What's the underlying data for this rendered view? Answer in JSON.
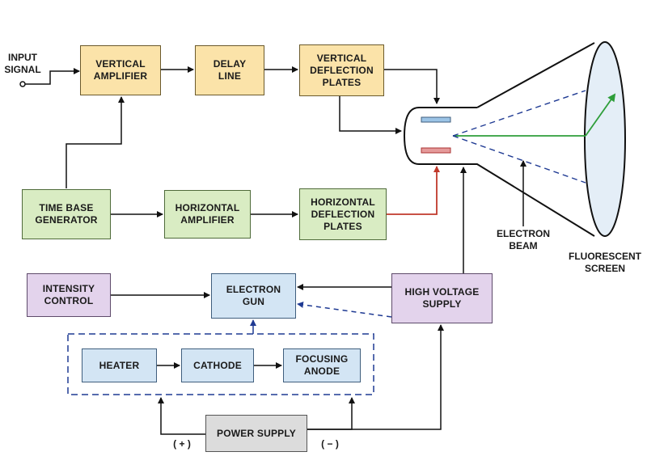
{
  "labels": {
    "input_signal": [
      "INPUT",
      "SIGNAL"
    ],
    "vertical_amplifier": [
      "VERTICAL",
      "AMPLIFIER"
    ],
    "delay_line": [
      "DELAY",
      "LINE"
    ],
    "vertical_deflection_plates": [
      "VERTICAL",
      "DEFLECTION",
      "PLATES"
    ],
    "time_base_generator": [
      "TIME BASE",
      "GENERATOR"
    ],
    "horizontal_amplifier": [
      "HORIZONTAL",
      "AMPLIFIER"
    ],
    "horizontal_deflection_plates": [
      "HORIZONTAL",
      "DEFLECTION",
      "PLATES"
    ],
    "electron_beam": [
      "ELECTRON",
      "BEAM"
    ],
    "fluorescent_screen": [
      "FLUORESCENT",
      "SCREEN"
    ],
    "intensity_control": [
      "INTENSITY",
      "CONTROL"
    ],
    "electron_gun": [
      "ELECTRON",
      "GUN"
    ],
    "high_voltage_supply": [
      "HIGH VOLTAGE",
      "SUPPLY"
    ],
    "heater": [
      "HEATER"
    ],
    "cathode": [
      "CATHODE"
    ],
    "focusing_anode": [
      "FOCUSING",
      "ANODE"
    ],
    "power_supply": [
      "POWER SUPPLY"
    ],
    "plus": "( + )",
    "minus": "( − )"
  },
  "colors": {
    "yellow": "#fbe3a9",
    "green": "#d9ecc3",
    "purple": "#e3d3ec",
    "blue": "#d3e5f4",
    "grey": "#dcdcdc",
    "signal_line": "#111111",
    "horizontal_signal": "#c0392b",
    "dashed_blue": "#1f3a93",
    "beam_green": "#2e9e3a"
  }
}
